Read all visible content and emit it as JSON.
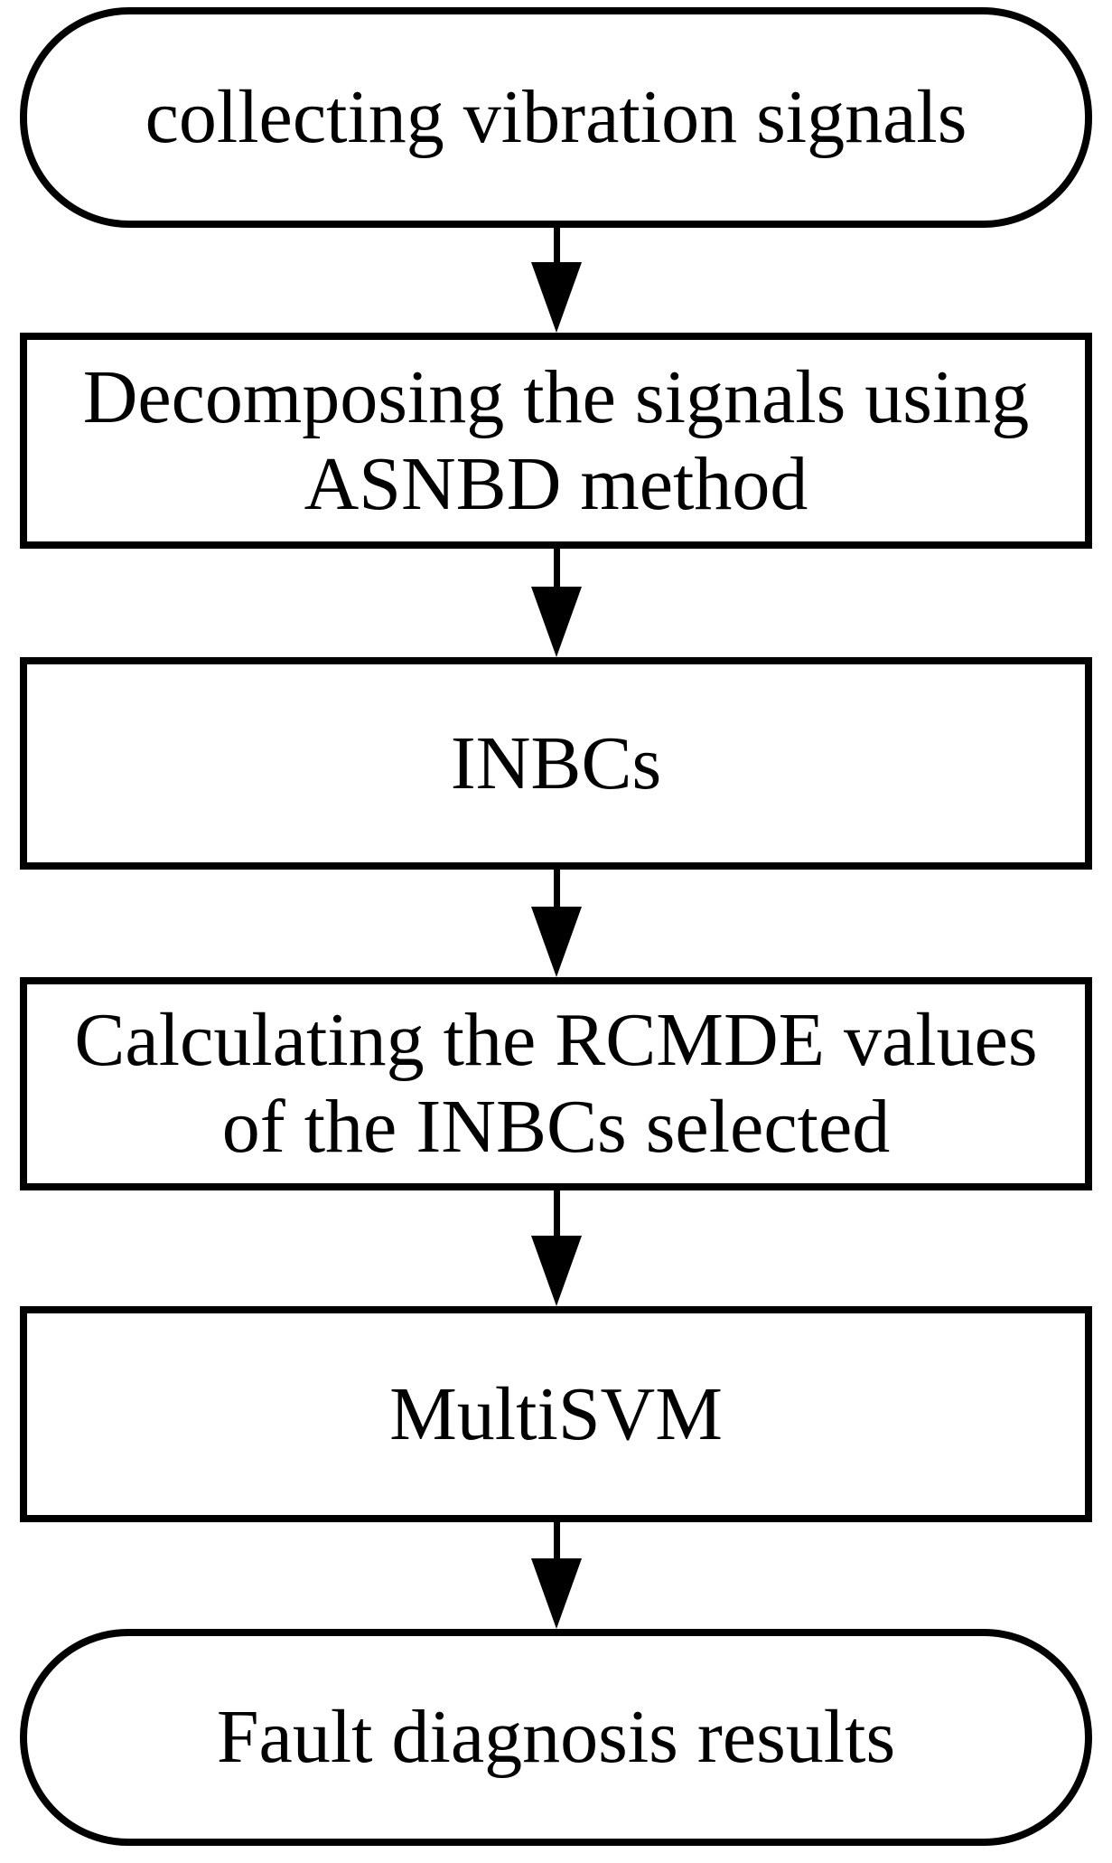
{
  "figure": {
    "type": "flowchart",
    "direction": "top-down",
    "background_color": "#ffffff",
    "stroke_color": "#000000",
    "text_color": "#000000"
  },
  "nodes": [
    {
      "id": "collect",
      "shape": "terminator",
      "label": "collecting vibration signals",
      "lines": [
        "collecting vibration signals"
      ]
    },
    {
      "id": "decompose",
      "shape": "process",
      "label": "Decomposing the signals using ASNBD method",
      "lines": [
        "Decomposing the signals using",
        "ASNBD method"
      ]
    },
    {
      "id": "inbcs",
      "shape": "process",
      "label": "INBCs",
      "lines": [
        "INBCs"
      ]
    },
    {
      "id": "rcmde",
      "shape": "process",
      "label": "Calculating the RCMDE values of the INBCs selected",
      "lines": [
        "Calculating the RCMDE values",
        "of the INBCs selected"
      ]
    },
    {
      "id": "multisvm",
      "shape": "process",
      "label": "MultiSVM",
      "lines": [
        "MultiSVM"
      ]
    },
    {
      "id": "result",
      "shape": "terminator",
      "label": "Fault diagnosis results",
      "lines": [
        "Fault diagnosis results"
      ]
    }
  ],
  "edges": [
    {
      "from": "collect",
      "to": "decompose",
      "style": "solid-arrow-down"
    },
    {
      "from": "decompose",
      "to": "inbcs",
      "style": "solid-arrow-down"
    },
    {
      "from": "inbcs",
      "to": "rcmde",
      "style": "solid-arrow-down"
    },
    {
      "from": "rcmde",
      "to": "multisvm",
      "style": "solid-arrow-down"
    },
    {
      "from": "multisvm",
      "to": "result",
      "style": "solid-arrow-down"
    }
  ]
}
